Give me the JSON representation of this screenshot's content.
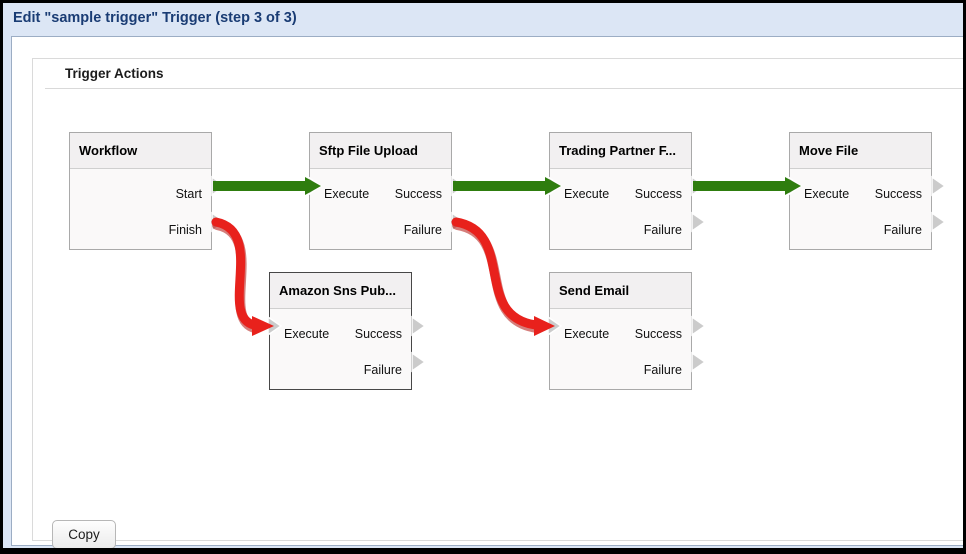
{
  "window": {
    "title": "Edit \"sample trigger\" Trigger (step 3 of 3)"
  },
  "panel": {
    "section_title": "Trigger Actions"
  },
  "footer": {
    "copy_label": "Copy"
  },
  "colors": {
    "success_green": "#2e7d0e",
    "failure_red": "#e8211c",
    "failure_red_dark": "#b3140f",
    "port_gray": "#cbcbcb",
    "header_title_blue": "#1a3c74"
  },
  "nodes": [
    {
      "title": "Workflow",
      "selected": false,
      "ports": [
        {
          "label": "Start",
          "direction": "out"
        },
        {
          "label": "Finish",
          "direction": "out"
        }
      ]
    },
    {
      "title": "Sftp File Upload",
      "selected": false,
      "ports": [
        {
          "label": "Execute",
          "direction": "in"
        },
        {
          "label": "Success",
          "direction": "out"
        },
        {
          "label": "Failure",
          "direction": "out"
        }
      ]
    },
    {
      "title": "Trading Partner F...",
      "selected": false,
      "ports": [
        {
          "label": "Execute",
          "direction": "in"
        },
        {
          "label": "Success",
          "direction": "out"
        },
        {
          "label": "Failure",
          "direction": "out"
        }
      ]
    },
    {
      "title": "Move File",
      "selected": false,
      "ports": [
        {
          "label": "Execute",
          "direction": "in"
        },
        {
          "label": "Success",
          "direction": "out"
        },
        {
          "label": "Failure",
          "direction": "out"
        }
      ]
    },
    {
      "title": "Amazon Sns Pub...",
      "selected": true,
      "ports": [
        {
          "label": "Execute",
          "direction": "in"
        },
        {
          "label": "Success",
          "direction": "out"
        },
        {
          "label": "Failure",
          "direction": "out"
        }
      ]
    },
    {
      "title": "Send Email",
      "selected": false,
      "ports": [
        {
          "label": "Execute",
          "direction": "in"
        },
        {
          "label": "Success",
          "direction": "out"
        },
        {
          "label": "Failure",
          "direction": "out"
        }
      ]
    }
  ],
  "connections": [
    {
      "from": "Workflow.Start",
      "to": "Sftp File Upload.Execute",
      "type": "success"
    },
    {
      "from": "Workflow.Finish",
      "to": "Amazon Sns Pub....Execute",
      "type": "failure"
    },
    {
      "from": "Sftp File Upload.Success",
      "to": "Trading Partner F....Execute",
      "type": "success"
    },
    {
      "from": "Sftp File Upload.Failure",
      "to": "Send Email.Execute",
      "type": "failure"
    },
    {
      "from": "Trading Partner F....Success",
      "to": "Move File.Execute",
      "type": "success"
    }
  ]
}
